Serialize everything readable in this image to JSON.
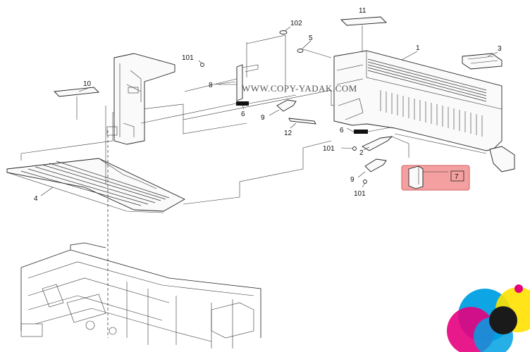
{
  "watermark": "WWW.COPY-YADAK.COM",
  "callouts": {
    "c1": "1",
    "c2": "2",
    "c3": "3",
    "c4": "4",
    "c5": "5",
    "c6a": "6",
    "c6b": "6",
    "c7": "7",
    "c8": "8",
    "c9a": "9",
    "c9b": "9",
    "c10": "10",
    "c11": "11",
    "c12": "12",
    "c101a": "101",
    "c101b": "101",
    "c101c": "101",
    "c102": "102"
  },
  "highlight_color": "#f4a0a0",
  "logo_colors": [
    "#00a0e3",
    "#e5007e",
    "#ffe100",
    "#1a1a1a"
  ]
}
